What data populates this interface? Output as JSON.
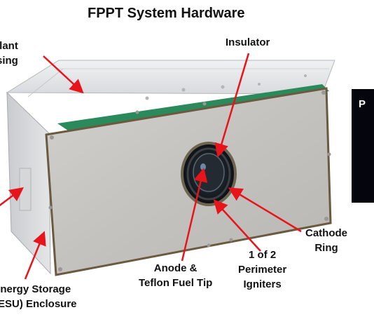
{
  "title": "FPPT System Hardware",
  "labels": {
    "propellant": [
      "llant",
      "sing"
    ],
    "insulator": "Insulator",
    "cathode": [
      "Cathode",
      "Ring"
    ],
    "igniters": [
      "1 of 2",
      "Perimeter",
      "Igniters"
    ],
    "anode": [
      "Anode &",
      "Teflon Fuel Tip"
    ],
    "esu": [
      "nergy Storage",
      "(ESU) Enclosure"
    ],
    "inset": "P"
  },
  "colors": {
    "arrow": "#e8141b",
    "green_strip": "#2a8a5c",
    "faceplate": "#c8c6c2",
    "housing_top": "#e6e7e9",
    "inset_bg": "#05050d"
  }
}
